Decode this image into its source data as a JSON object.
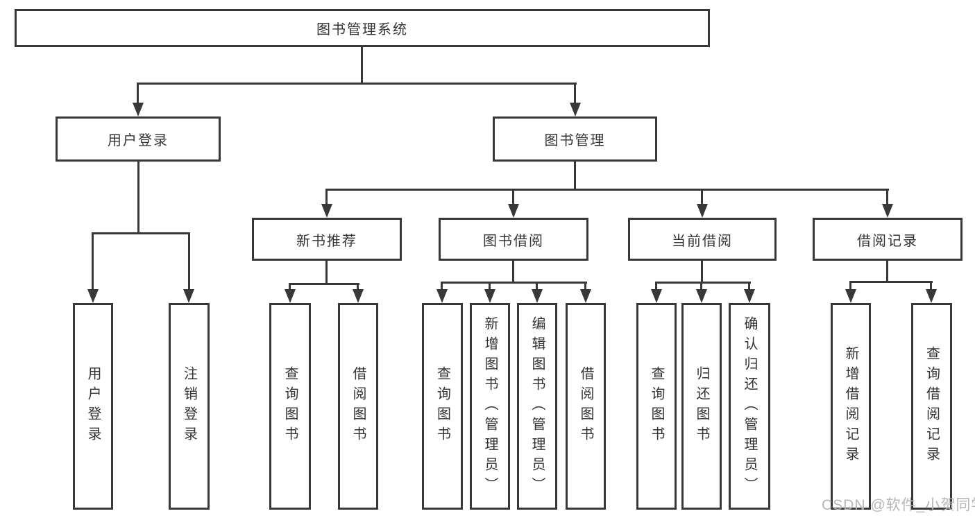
{
  "tree": {
    "label": "图书管理系统",
    "children": [
      {
        "label": "用户登录",
        "children": [
          {
            "label": "用户登录"
          },
          {
            "label": "注销登录"
          }
        ]
      },
      {
        "label": "图书管理",
        "children": [
          {
            "label": "新书推荐",
            "children": [
              {
                "label": "查询图书"
              },
              {
                "label": "借阅图书"
              }
            ]
          },
          {
            "label": "图书借阅",
            "children": [
              {
                "label": "查询图书"
              },
              {
                "label": "新增图书（管理员）"
              },
              {
                "label": "编辑图书（管理员）"
              },
              {
                "label": "借阅图书"
              }
            ]
          },
          {
            "label": "当前借阅",
            "children": [
              {
                "label": "查询图书"
              },
              {
                "label": "归还图书"
              },
              {
                "label": "确认归还（管理员）"
              }
            ]
          },
          {
            "label": "借阅记录",
            "children": [
              {
                "label": "新增借阅记录"
              },
              {
                "label": "查询借阅记录"
              }
            ]
          }
        ]
      }
    ]
  },
  "watermark": "CSDN @软件_小贺同学",
  "colors": {
    "line": "#383838",
    "text": "#333333",
    "watermark": "#b2b2b2",
    "background": "#ffffff"
  }
}
